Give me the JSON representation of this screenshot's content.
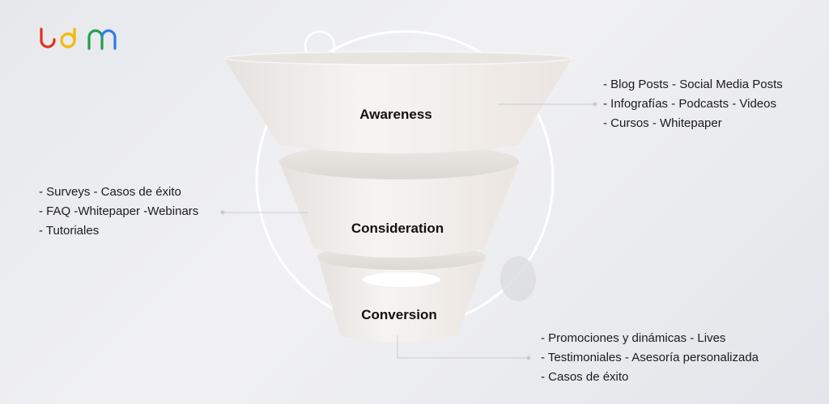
{
  "logo": {
    "text": "udm",
    "colors": [
      "#e0301e",
      "#f5b800",
      "#22a04b",
      "#2f7cf0"
    ]
  },
  "stages": [
    {
      "label": "Awareness",
      "items": [
        "- Blog Posts - Social Media Posts",
        "- Infografías - Podcasts - Videos",
        "- Cursos - Whitepaper"
      ]
    },
    {
      "label": "Consideration",
      "items": [
        "- Surveys - Casos de éxito",
        "- FAQ -Whitepaper -Webinars",
        "- Tutoriales"
      ]
    },
    {
      "label": "Conversion",
      "items": [
        "- Promociones y dinámicas - Lives",
        "- Testimoniales - Asesoría personalizada",
        "- Casos de éxito"
      ]
    }
  ]
}
